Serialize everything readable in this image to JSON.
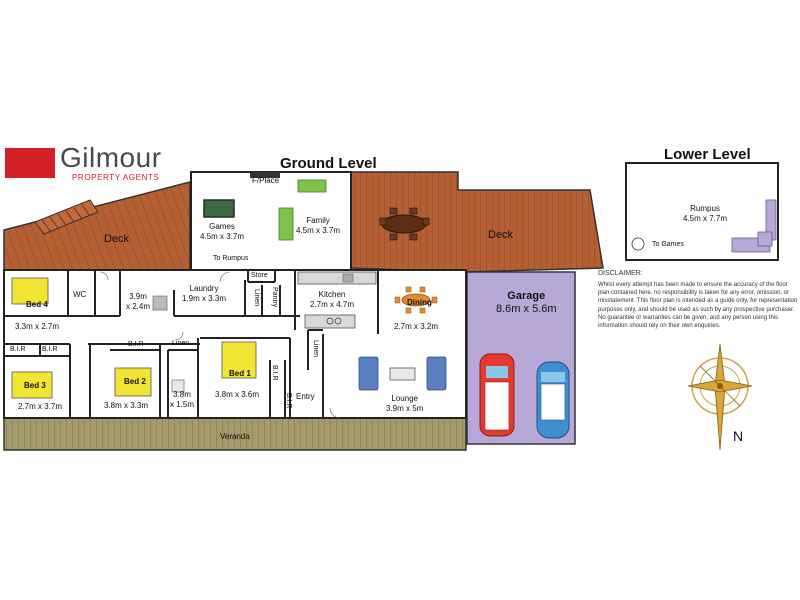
{
  "brand": {
    "name": "Gilmour",
    "tagline": "PROPERTY AGENTS",
    "accent_color": "#d32027"
  },
  "levels": {
    "ground": "Ground Level",
    "lower": "Lower Level"
  },
  "rooms": {
    "deck_left": "Deck",
    "deck_right": "Deck",
    "games": {
      "name": "Games",
      "size": "4.5m x 3.7m"
    },
    "fplace": "F/Place",
    "family": {
      "name": "Family",
      "size": "4.5m x 3.7m"
    },
    "to_rumpus": "To Rumpus",
    "store": "Store",
    "bed4": {
      "name": "Bed 4",
      "size": "3.3m x 2.7m"
    },
    "wc": "WC",
    "room_small": {
      "line1": "3.9m",
      "line2": "x 2.4m"
    },
    "laundry": {
      "name": "Laundry",
      "size": "1.9m x 3.3m"
    },
    "linen_laundry": "Linen",
    "pantry": "Pantry",
    "kitchen": {
      "name": "Kitchen",
      "size": "2.7m x 4.7m"
    },
    "dining": {
      "name": "Dining",
      "size": "2.7m x 3.2m"
    },
    "garage": {
      "name": "Garage",
      "size": "8.6m x 5.6m"
    },
    "bir_left1": "B.I.R",
    "bir_left2": "B.I.R",
    "bir_bed2": "B.I.R",
    "linen_hall": "Linen",
    "linen_entry": "Linen",
    "bed3": {
      "name": "Bed 3",
      "size": "2.7m x 3.7m"
    },
    "bed2": {
      "name": "Bed 2",
      "size": "3.8m x 3.3m"
    },
    "bath": {
      "line1": "3.8m",
      "line2": "x 1.5m"
    },
    "bed1": {
      "name": "Bed 1",
      "size": "3.8m x 3.6m"
    },
    "bir_bed1a": "B.I.R",
    "bir_bed1b": "B.I.R",
    "entry": "Entry",
    "lounge": {
      "name": "Lounge",
      "size": "3.9m x 5m"
    },
    "veranda": "Veranda",
    "rumpus": {
      "name": "Rumpus",
      "size": "4.5m x 7.7m"
    },
    "to_games": "To Games"
  },
  "compass": {
    "north": "N"
  },
  "disclaimer": {
    "title": "DISCLAIMER:",
    "body": "Whilst every attempt has been made to ensure the accuracy of the floor plan contained here, no responsibility is taken for any error, omission, or misstatement. This floor plan is intended as a guide only, for representation purposes only, and should be used as such by any prospective purchaser. No guarantee or warranties can be given, and any person using this information should rely on their own enquiries."
  }
}
